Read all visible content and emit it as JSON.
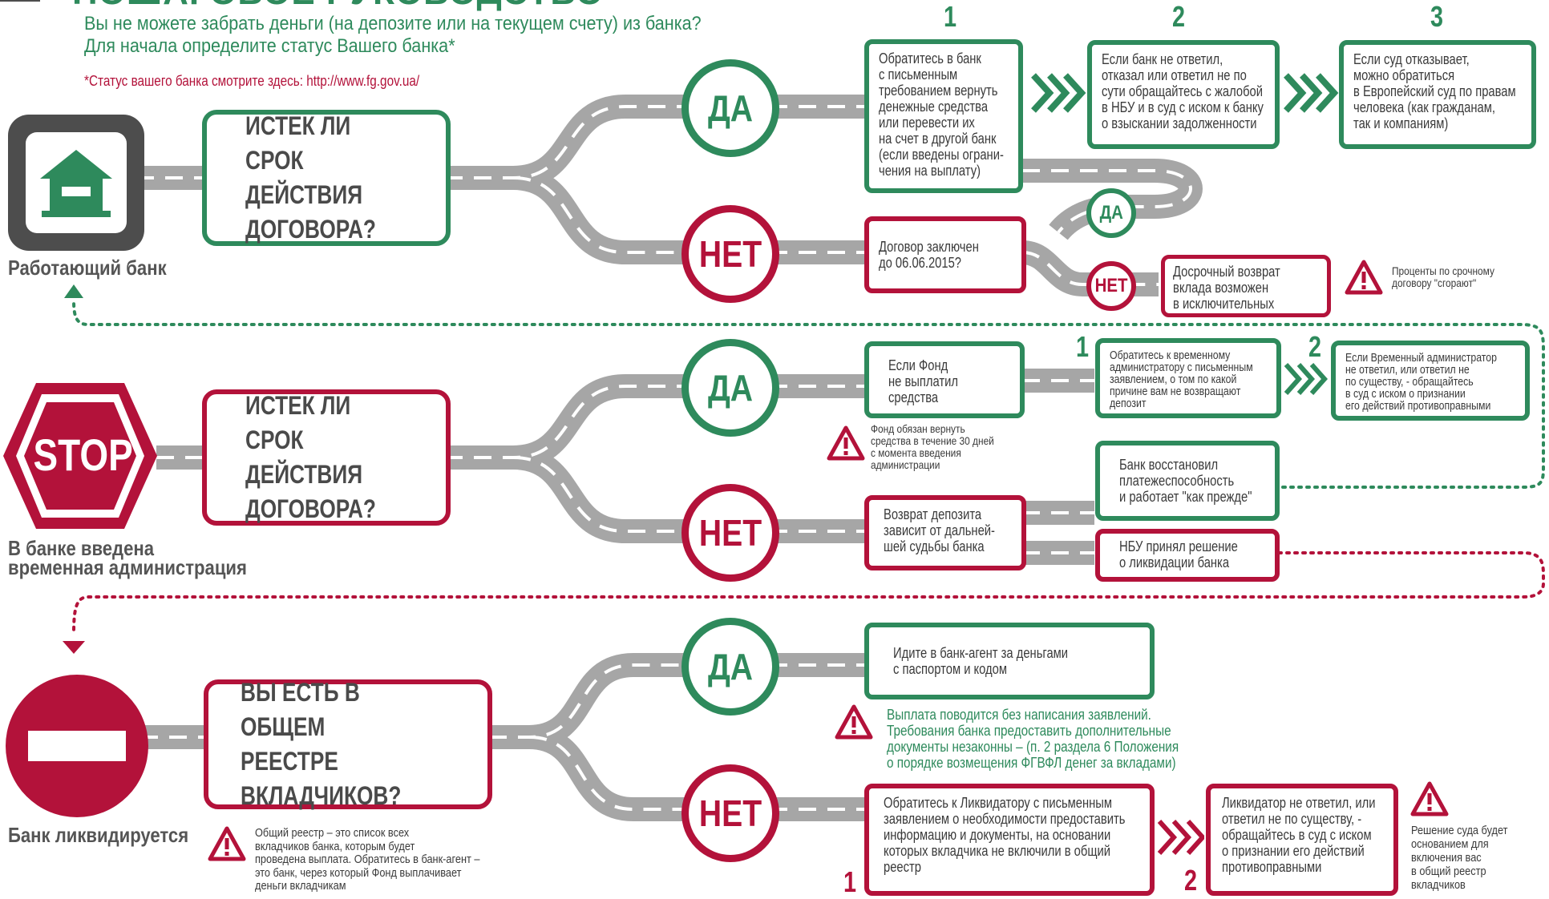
{
  "header": {
    "title": "ПОШАГОВОЕ РУКОВОДСТВО",
    "intro_line1": "Вы не можете забрать деньги (на депозите или на текущем счету) из банка?",
    "intro_line2": "Для начала определите статус Вашего банка*",
    "status_note": "*Статус вашего банка смотрите здесь: http://www.fg.gov.ua/"
  },
  "steps": {
    "s1": "1",
    "s2": "2",
    "s3": "3"
  },
  "answers": {
    "yes": "ДА",
    "no": "НЕТ"
  },
  "section1": {
    "icon": "bank-house-icon",
    "label": "Работающий банк",
    "question": "ИСТЕК ЛИ СРОК\nДЕЙСТВИЯ\nДОГОВОРА?",
    "yes_step1": "Обратитесь в банк\nс письменным\nтребованием вернуть\nденежные средства\nили перевести их\nна счет в другой банк\n(если введены ограни-\nчения на выплату)",
    "yes_step2": "Если банк не ответил,\nотказал или ответил не по\nсути обращайтесь с жалобой\nв НБУ и в суд с иском к банку\nо взыскании задолженности",
    "yes_step3": "Если суд отказывает,\nможно обратиться\nв Европейский суд по правам\nчеловека (как гражданам,\nтак и компаниям)",
    "no_box": "Договор заключен\nдо 06.06.2015?",
    "no_no_box": "Досрочный возврат\nвклада возможен\nв исключительных случаях",
    "warning": "Проценты по срочному\nдоговору \"сгорают\""
  },
  "section2": {
    "icon": "stop-sign-icon",
    "stop_text": "STOP",
    "label": "В банке введена\nвременная администрация",
    "question": "ИСТЕК ЛИ СРОК\nДЕЙСТВИЯ\nДОГОВОРА?",
    "yes_box": "Если Фонд\nне выплатил\nсредства",
    "yes_warning": "Фонд обязан вернуть\nсредства в течение 30 дней\nс момента введения\nадминистрации",
    "yes_step1": "Обратитесь к временному\nадминистратору с письменным\nзаявлением, о том по какой\nпричине вам не возвращают\nдепозит",
    "yes_step2": "Если Временный администратор\nне ответил, или ответил не\nпо существу, - обращайтесь\nв суд с иском о признании\nего действий противоправными",
    "no_box": "Возврат депозита\nзависит от дальней-\nшей судьбы банка",
    "no_result1": "Банк восстановил\nплатежеспособность\nи работает \"как прежде\"",
    "no_result2": "НБУ принял решение\nо ликвидации банка"
  },
  "section3": {
    "icon": "no-entry-icon",
    "label": "Банк ликвидируется",
    "question": "ВЫ ЕСТЬ В ОБЩЕМ\nРЕЕСТРЕ ВКЛАДЧИКОВ?",
    "yes_box": "Идите в банк-агент за деньгами\nс паспортом и кодом",
    "yes_warning": "Выплата поводится без написания заявлений.\nТребования банка предоставить дополнительные\nдокументы незаконны – (п. 2 раздела 6 Положения\nо порядке возмещения ФГВФЛ денег за вкладами)",
    "no_step1": "Обратитесь к Ликвидатору с письменным\nзаявлением о необходимости предоставить\nинформацию и документы, на основании\nкоторых вкладчика не включили в общий\nреестр",
    "no_step2": "Ликвидатор не ответил, или\nответил не по существу, -\nобращайтесь в суд с иском\nо признании его действий\nпротивоправными",
    "court_note": "Решение суда будет\nоснованием для\nвключения вас\nв общий реестр\nвкладчиков",
    "registry_note": "Общий реестр – это список  всех\nвкладчиков банка, которым будет\nпроведена выплата. Обратитесь в банк-агент –\nэто банк, через который Фонд выплачивает\nденьги вкладчикам"
  },
  "colors": {
    "green": "#2e8a5c",
    "red": "#b3123a",
    "road": "#a6a6a6",
    "dark": "#4d4d4d"
  }
}
